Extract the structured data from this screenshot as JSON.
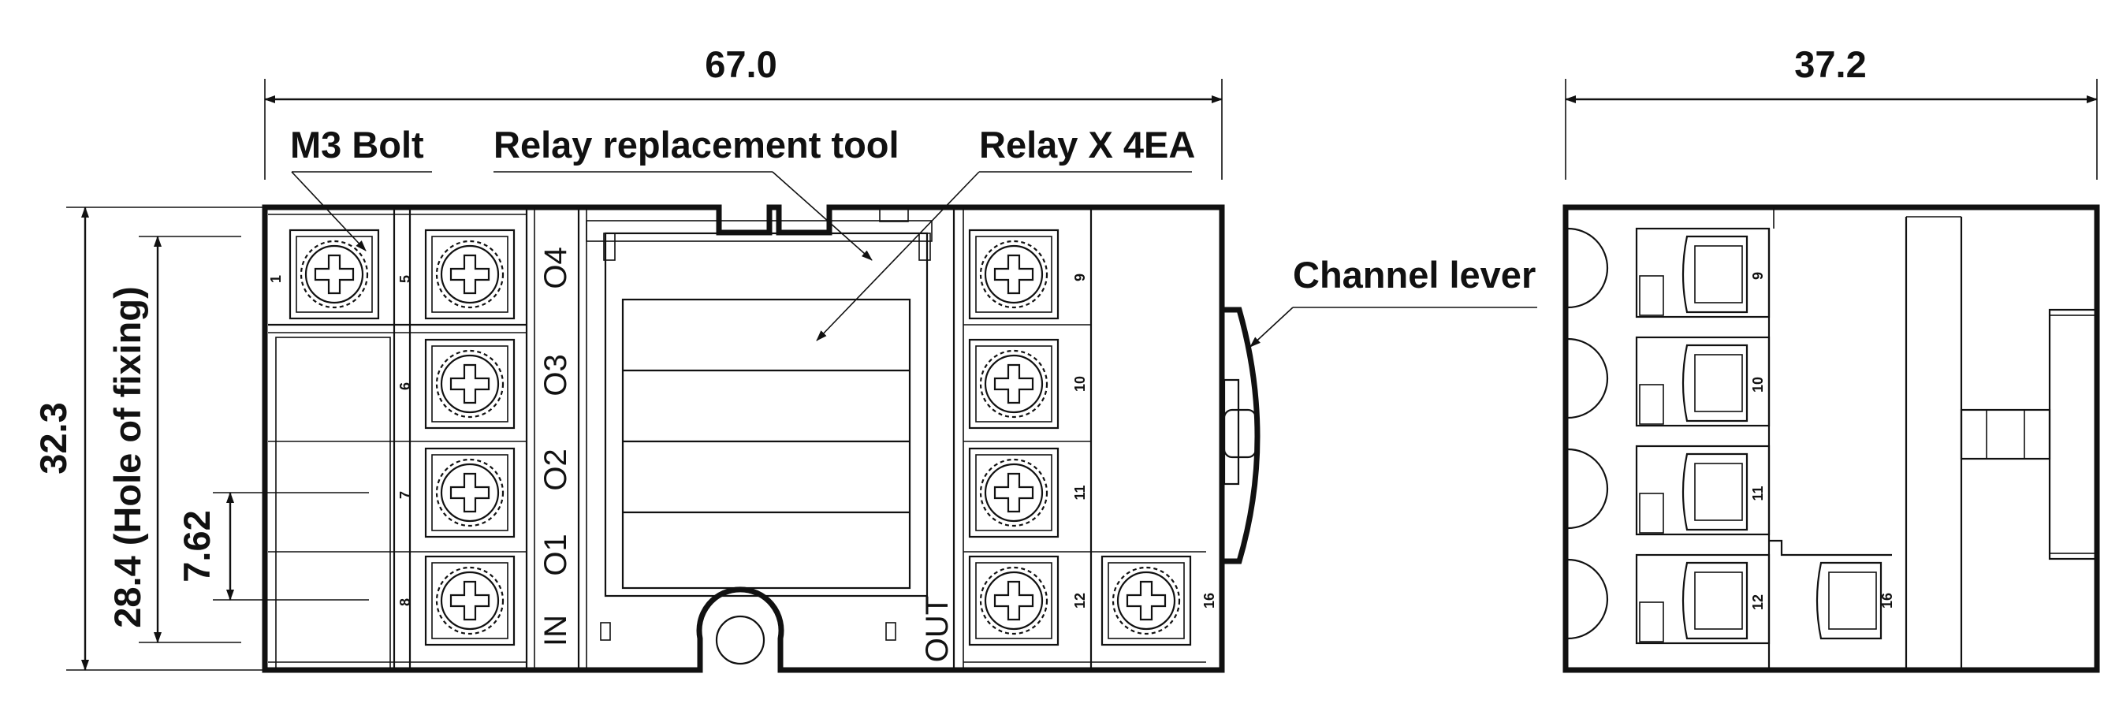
{
  "dimensions": {
    "overall_width": "67.0",
    "side_width": "37.2",
    "overall_height": "32.3",
    "hole_pitch": "28.4 (Hole of fixing)",
    "terminal_pitch": "7.62"
  },
  "callouts": {
    "bolt": "M3 Bolt",
    "tool": "Relay replacement tool",
    "relay": "Relay X 4EA",
    "lever": "Channel lever"
  },
  "markings": {
    "input": "IN",
    "output": "OUT",
    "channels": [
      "O1",
      "O2",
      "O3",
      "O4"
    ],
    "left_terminals": [
      "1",
      "5",
      "6",
      "7",
      "8"
    ],
    "right_terminals": [
      "9",
      "10",
      "11",
      "12",
      "16"
    ],
    "side_terminals": [
      "9",
      "10",
      "11",
      "12",
      "16"
    ]
  }
}
